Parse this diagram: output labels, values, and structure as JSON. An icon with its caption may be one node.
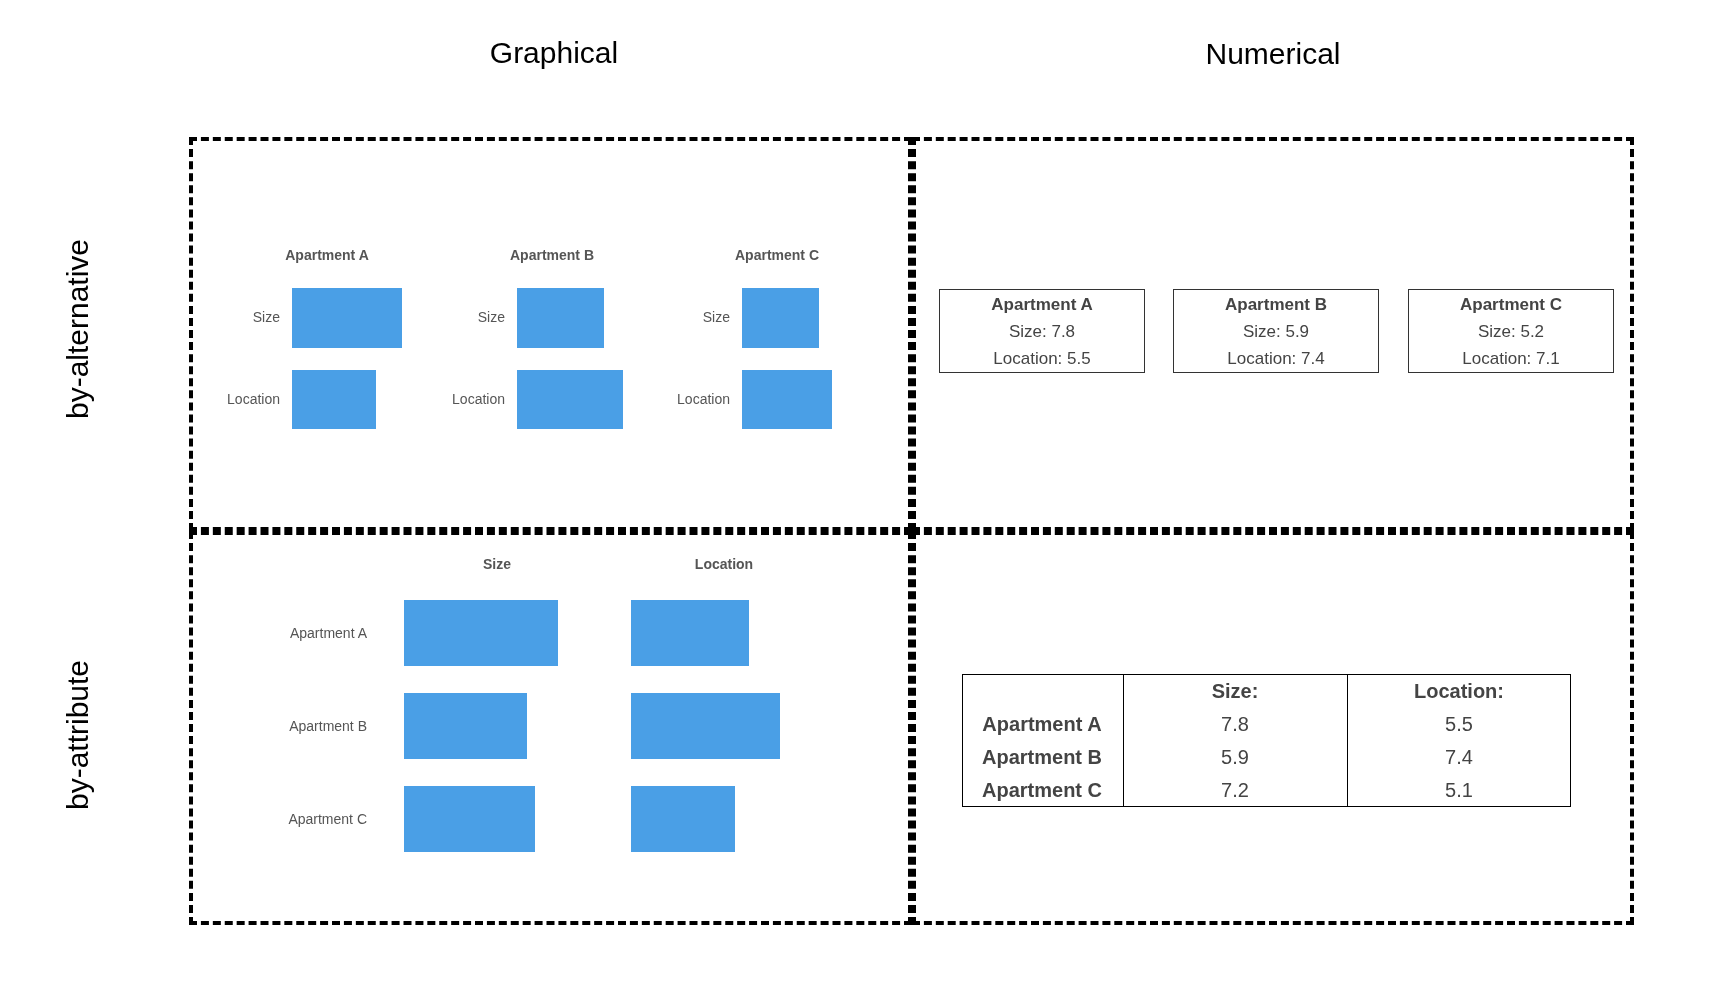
{
  "diagram": {
    "nodes": [
      {
        "text": [],
        "shape": "box"
      },
      {
        "text": [],
        "shape": "box"
      },
      {
        "text": [],
        "shape": "box"
      },
      {
        "text": [],
        "shape": "box"
      },
      {
        "text": [
          "Apartment A",
          "Size: 7.8",
          "Location: 5.5"
        ],
        "in": 1
      },
      {
        "text": [
          "Apartment B",
          "Size: 5.9",
          "Location: 7.4"
        ],
        "in": 1
      },
      {
        "text": [
          "Apartment C",
          "Size: 5.2",
          "Location: 7.1"
        ],
        "in": 1
      }
    ],
    "edges": [],
    "labels": [
      "Graphical",
      "Numerical",
      "by-alternative",
      "Apartment A",
      "Apartment B",
      "Apartment C",
      "Size",
      "Size",
      "Size",
      "Location",
      "Location",
      "Location",
      "by-attribute",
      "Size",
      "Location",
      "Apartment A",
      "Apartment B",
      "Apartment C",
      "Size:",
      "Location:",
      "Apartment A",
      "7.8",
      "5.5",
      "Apartment B",
      "5.9",
      "7.4",
      "Apartment C",
      "7.2",
      "5.1"
    ]
  }
}
